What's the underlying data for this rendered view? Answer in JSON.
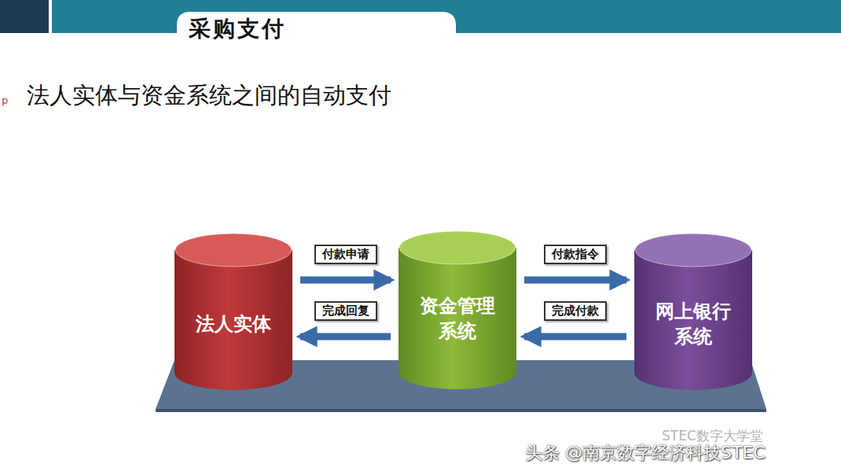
{
  "diagram": {
    "title": "采购支付",
    "nodes": [
      {
        "text": [
          "法人实体"
        ]
      },
      {
        "text": [
          "资金管理 系统"
        ]
      },
      {
        "text": [
          "网上银行 系统"
        ]
      }
    ],
    "edges": [
      {
        "from": 0,
        "to": 1,
        "label": "付款申请",
        "arrow": "to"
      },
      {
        "from": 1,
        "to": 0,
        "label": "完成回复",
        "arrow": "to"
      },
      {
        "from": 1,
        "to": 2,
        "label": "付款指令",
        "arrow": "to"
      },
      {
        "from": 2,
        "to": 1,
        "label": "完成付款",
        "arrow": "to"
      }
    ],
    "labels": [
      "p",
      "法人实体与资金系统之间的自动支付",
      "STEC数字大学堂",
      "头条 @南京数字经济科技STEC"
    ]
  }
}
